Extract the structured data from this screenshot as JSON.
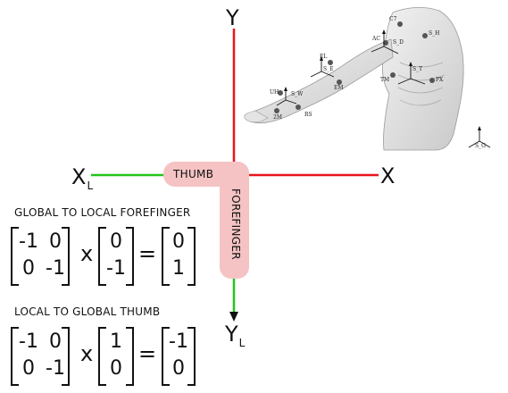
{
  "axes": {
    "y_label": "Y",
    "x_label": "X",
    "xl_main": "X",
    "xl_sub": "L",
    "yl_main": "Y",
    "yl_sub": "L"
  },
  "pills": {
    "thumb": "THUMB",
    "forefinger": "FOREFINGER"
  },
  "colors": {
    "red_axis": "#e8141a",
    "green_axis": "#22c41c",
    "pill": "#f5c3c3"
  },
  "equations": [
    {
      "title": "GLOBAL TO LOCAL FOREFINGER",
      "matrix": [
        [
          "-1",
          "0"
        ],
        [
          "0",
          "-1"
        ]
      ],
      "vector": [
        "0",
        "-1"
      ],
      "result": [
        "0",
        "1"
      ],
      "times": "x",
      "equals": "="
    },
    {
      "title": "LOCAL TO GLOBAL THUMB",
      "matrix": [
        [
          "-1",
          "0"
        ],
        [
          "0",
          "-1"
        ]
      ],
      "vector": [
        "1",
        "0"
      ],
      "result": [
        "-1",
        "0"
      ],
      "times": "x",
      "equals": "="
    }
  ],
  "illustration": {
    "labels": [
      "C7",
      "S_H",
      "AC",
      "S_D",
      "EL",
      "S_E",
      "EM",
      "S_T",
      "TM",
      "PX",
      "UH",
      "S_W",
      "RS",
      "2M",
      "S_G"
    ]
  }
}
